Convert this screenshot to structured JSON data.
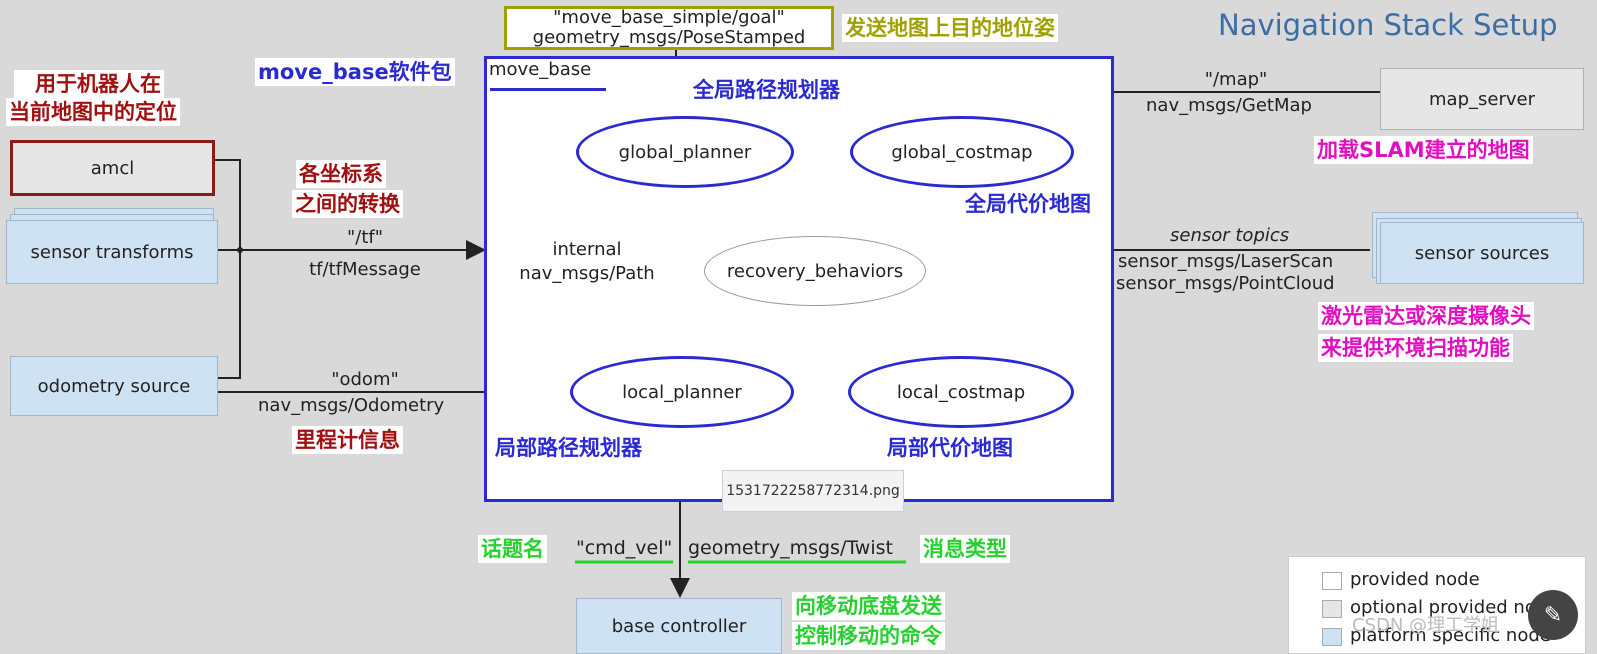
{
  "title": "Navigation Stack Setup",
  "move_base": {
    "label": "move_base",
    "annotation": "move_base软件包",
    "internal_label": "internal",
    "path_msg": "nav_msgs/Path"
  },
  "goal": {
    "topic": "\"move_base_simple/goal\"",
    "msg": "geometry_msgs/PoseStamped",
    "annotation": "发送地图上目的地位姿"
  },
  "nodes": {
    "global_planner": "global_planner",
    "global_costmap": "global_costmap",
    "recovery_behaviors": "recovery_behaviors",
    "local_planner": "local_planner",
    "local_costmap": "local_costmap",
    "amcl": "amcl",
    "sensor_transforms": "sensor transforms",
    "odometry_source": "odometry source",
    "map_server": "map_server",
    "sensor_sources": "sensor sources",
    "base_controller": "base controller"
  },
  "annotations": {
    "global_planner": "全局路径规划器",
    "global_costmap": "全局代价地图",
    "local_planner": "局部路径规划器",
    "local_costmap": "局部代价地图",
    "amcl_line1": "用于机器人在",
    "amcl_line2": "当前地图中的定位",
    "tf_line1": "各坐标系",
    "tf_line2": "之间的转换",
    "odom": "里程计信息",
    "map_server": "加载SLAM建立的地图",
    "sensor_line1": "激光雷达或深度摄像头",
    "sensor_line2": "来提供环境扫描功能",
    "topic_name": "话题名",
    "msg_type": "消息类型",
    "base_line1": "向移动底盘发送",
    "base_line2": "控制移动的命令"
  },
  "topics": {
    "tf_topic": "\"/tf\"",
    "tf_msg": "tf/tfMessage",
    "odom_topic": "\"odom\"",
    "odom_msg": "nav_msgs/Odometry",
    "map_topic": "\"/map\"",
    "map_msg": "nav_msgs/GetMap",
    "sensor_topics": "sensor topics",
    "laser_msg": "sensor_msgs/LaserScan",
    "cloud_msg": "sensor_msgs/PointCloud",
    "cmd_vel": "\"cmd_vel\"",
    "twist_msg": "geometry_msgs/Twist"
  },
  "image_caption": "1531722258772314.png",
  "legend": {
    "provided": "provided node",
    "optional": "optional provided node",
    "platform": "platform specific node"
  },
  "watermark": "CSDN @理工学姐",
  "colors": {
    "node_border": "#2a2ad0",
    "platform_fill": "#cfe2f3",
    "optional_fill": "#e6e6e6",
    "amcl_border": "#8b1a1a",
    "title": "#3b6ea5"
  }
}
